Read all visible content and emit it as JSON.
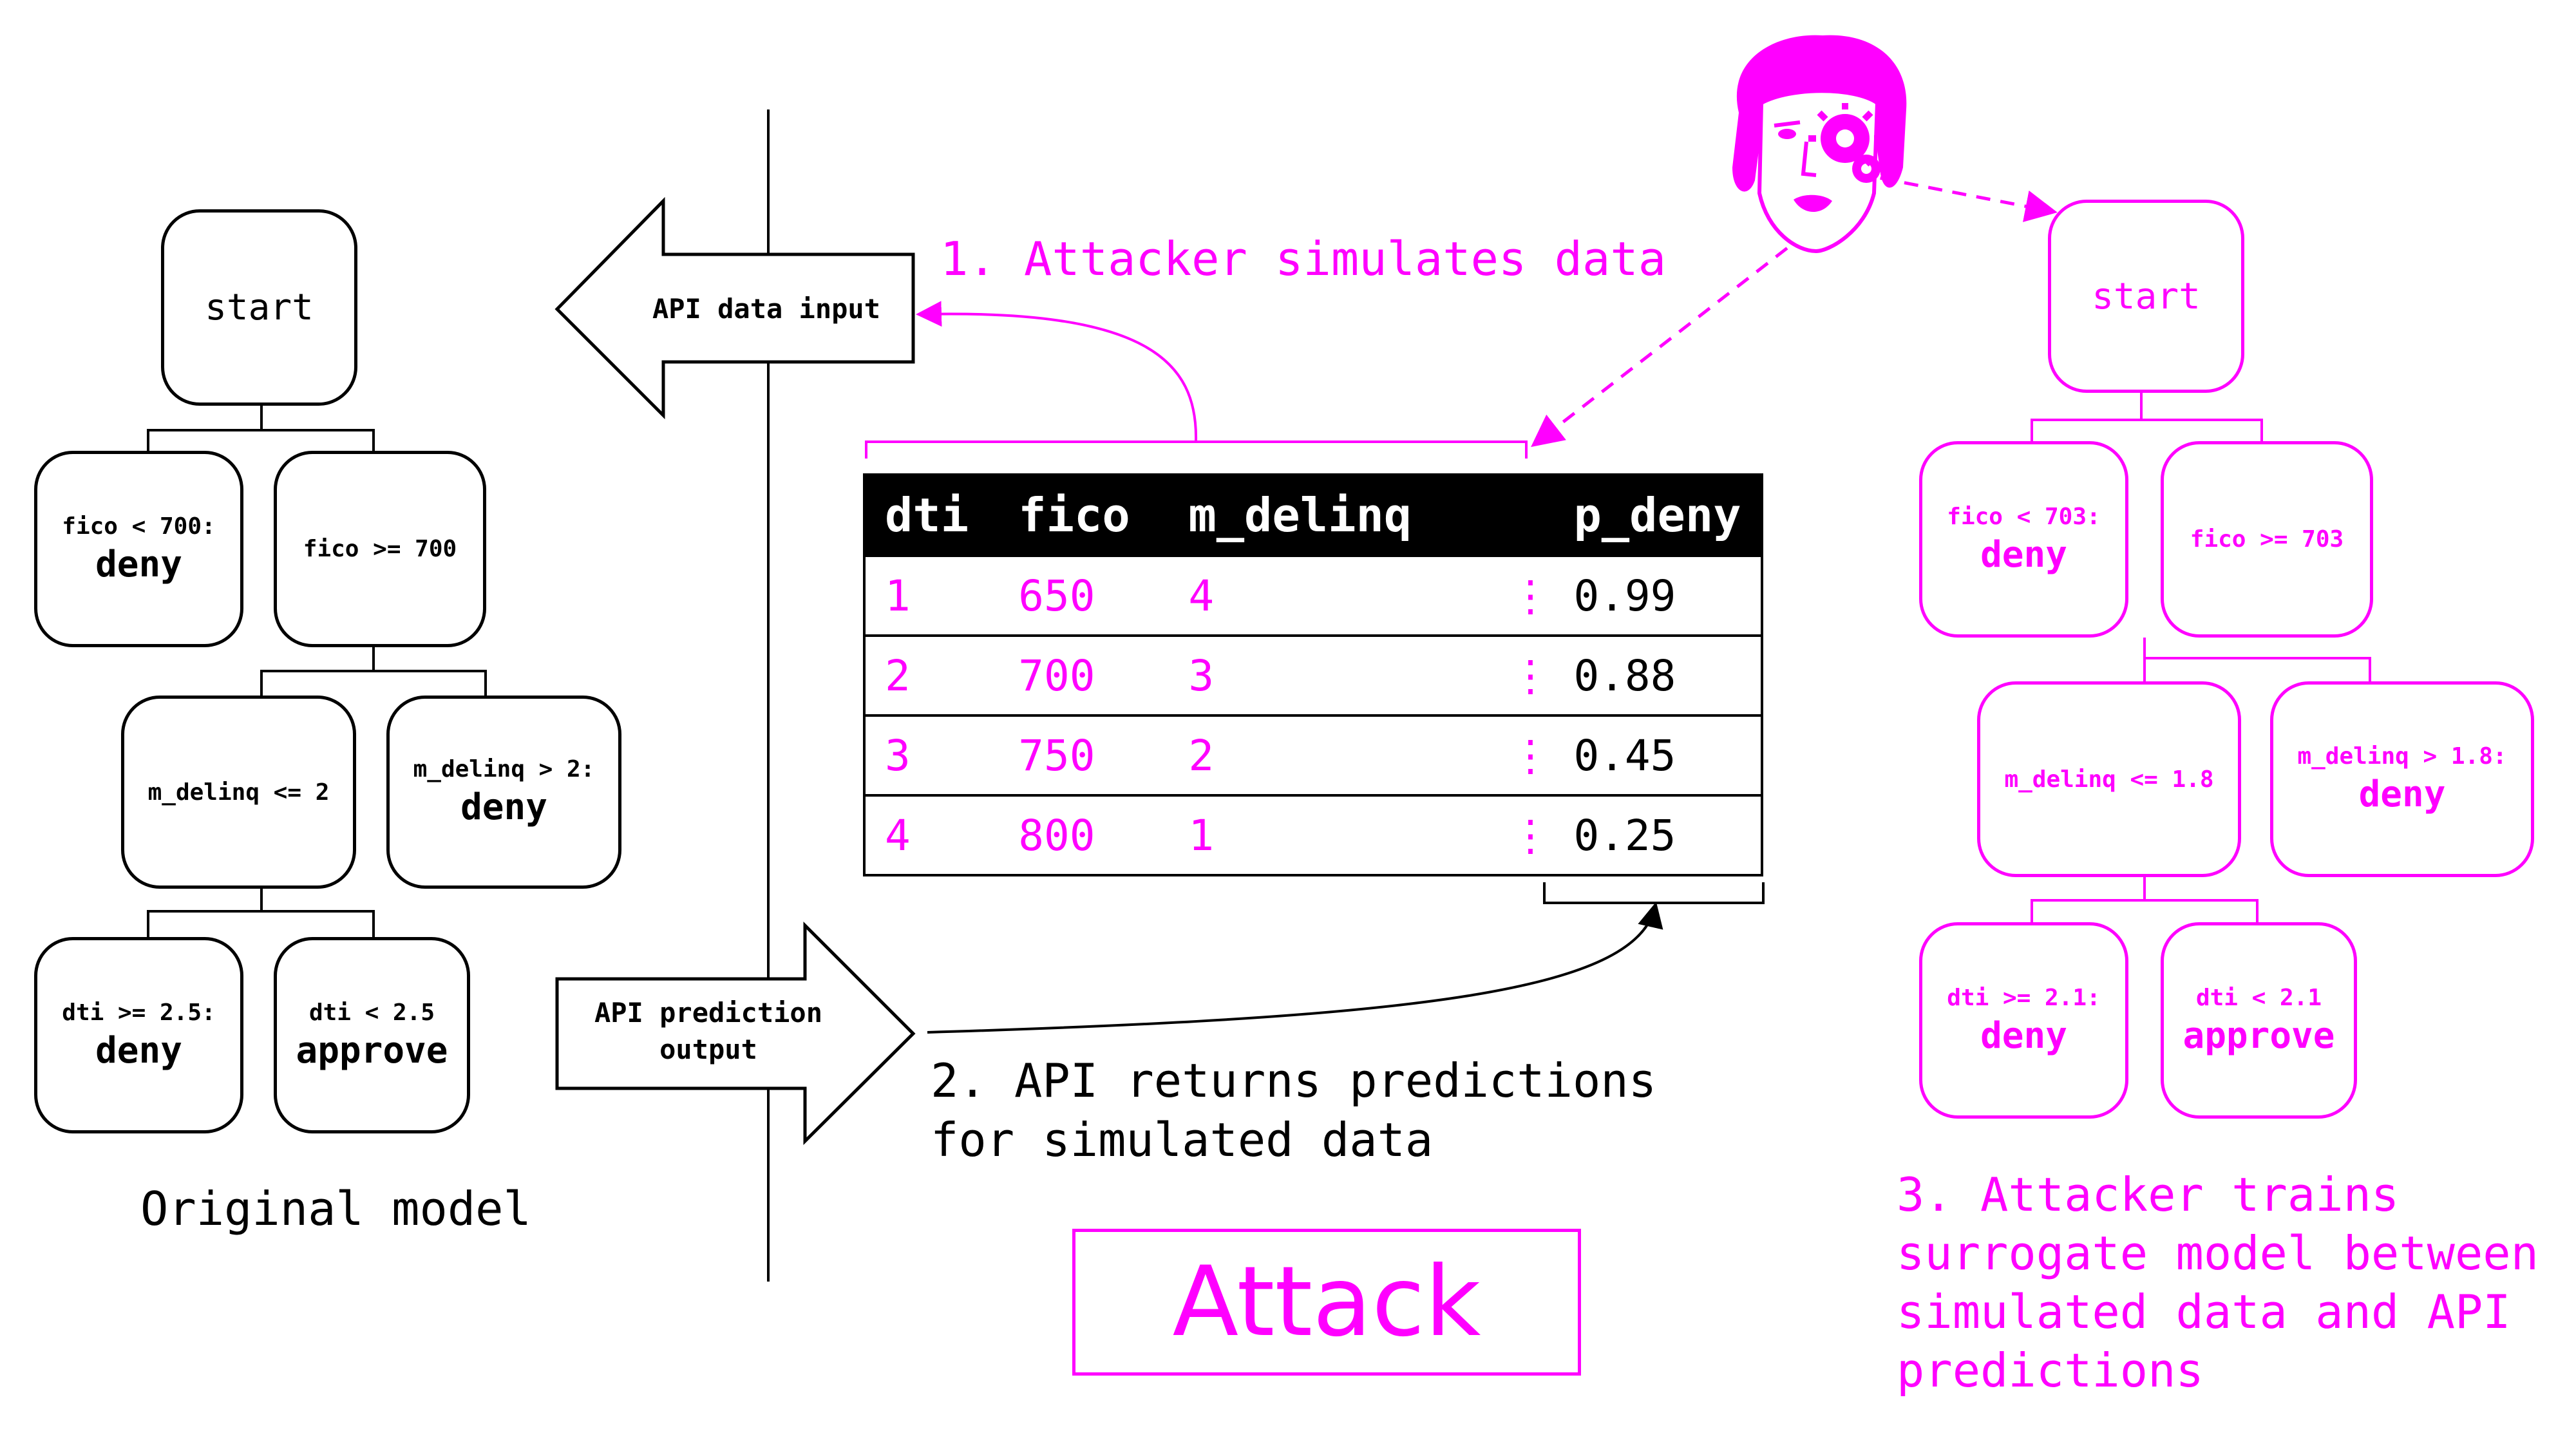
{
  "original_model": {
    "caption": "Original model",
    "start": "start",
    "node_fico_lt": {
      "cond": "fico < 700:",
      "outcome": "deny"
    },
    "node_fico_ge": {
      "cond": "fico >= 700"
    },
    "node_mdelinq_le": {
      "cond": "m_delinq <= 2"
    },
    "node_mdelinq_gt": {
      "cond": "m_delinq > 2:",
      "outcome": "deny"
    },
    "node_dti_ge": {
      "cond": "dti >= 2.5:",
      "outcome": "deny"
    },
    "node_dti_lt": {
      "cond": "dti < 2.5",
      "outcome": "approve"
    }
  },
  "api": {
    "input_label": "API data input",
    "output_label_line1": "API prediction",
    "output_label_line2": "output"
  },
  "steps": {
    "step1": "1. Attacker simulates data",
    "step2_line1": "2. API returns predictions",
    "step2_line2": "for simulated data",
    "step3_line1": "3. Attacker trains",
    "step3_line2": "surrogate model between",
    "step3_line3": "simulated data and API",
    "step3_line4": "predictions"
  },
  "table": {
    "headers": [
      "dti",
      "fico",
      "m_delinq",
      "p_deny"
    ],
    "ellipsis": "⋮",
    "rows": [
      {
        "dti": "1",
        "fico": "650",
        "m_delinq": "4",
        "p_deny": "0.99"
      },
      {
        "dti": "2",
        "fico": "700",
        "m_delinq": "3",
        "p_deny": "0.88"
      },
      {
        "dti": "3",
        "fico": "750",
        "m_delinq": "2",
        "p_deny": "0.45"
      },
      {
        "dti": "4",
        "fico": "800",
        "m_delinq": "1",
        "p_deny": "0.25"
      }
    ]
  },
  "surrogate_model": {
    "start": "start",
    "node_fico_lt": {
      "cond": "fico < 703:",
      "outcome": "deny"
    },
    "node_fico_ge": {
      "cond": "fico >= 703"
    },
    "node_mdelinq_le": {
      "cond": "m_delinq <= 1.8"
    },
    "node_mdelinq_gt": {
      "cond": "m_delinq > 1.8:",
      "outcome": "deny"
    },
    "node_dti_ge": {
      "cond": "dti >= 2.1:",
      "outcome": "deny"
    },
    "node_dti_lt": {
      "cond": "dti < 2.1",
      "outcome": "approve"
    }
  },
  "attack_label": "Attack",
  "colors": {
    "accent": "#ff00ff",
    "ink": "#000000"
  },
  "icons": {
    "attacker": "attacker-face-icon"
  }
}
